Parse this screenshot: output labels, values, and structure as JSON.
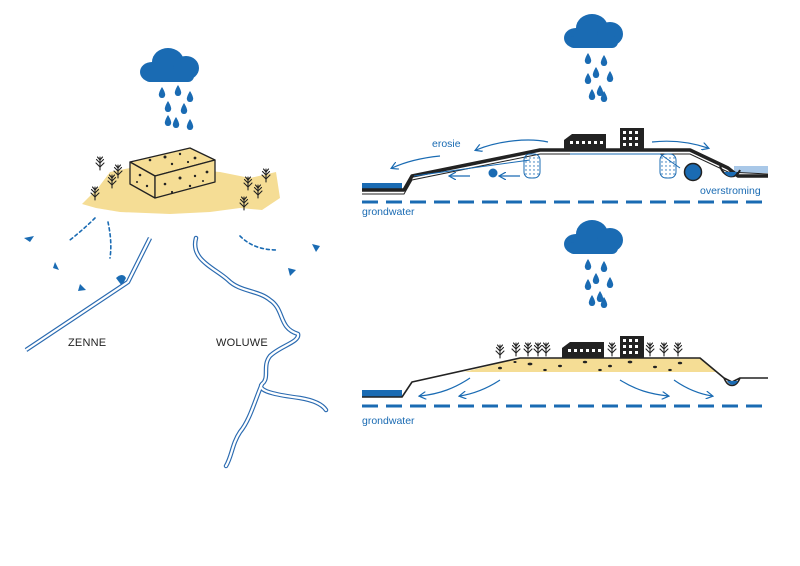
{
  "colors": {
    "blue": "#1a6bb3",
    "light_blue": "#a9c8e8",
    "sand": "#f5dd95",
    "dark": "#222222",
    "river": "#2a6ab0"
  },
  "icons": [
    "cloud-icon",
    "raindrop-icon",
    "tree-icon",
    "building-icon",
    "house-icon",
    "sponge-icon"
  ],
  "map": {
    "rivers": [
      {
        "name": "ZENNE"
      },
      {
        "name": "WOLUWE"
      }
    ]
  },
  "section_top": {
    "labels": {
      "erosion": "erosie",
      "flooding": "overstroming",
      "groundwater": "grondwater"
    }
  },
  "section_bottom": {
    "labels": {
      "groundwater": "grondwater"
    }
  }
}
